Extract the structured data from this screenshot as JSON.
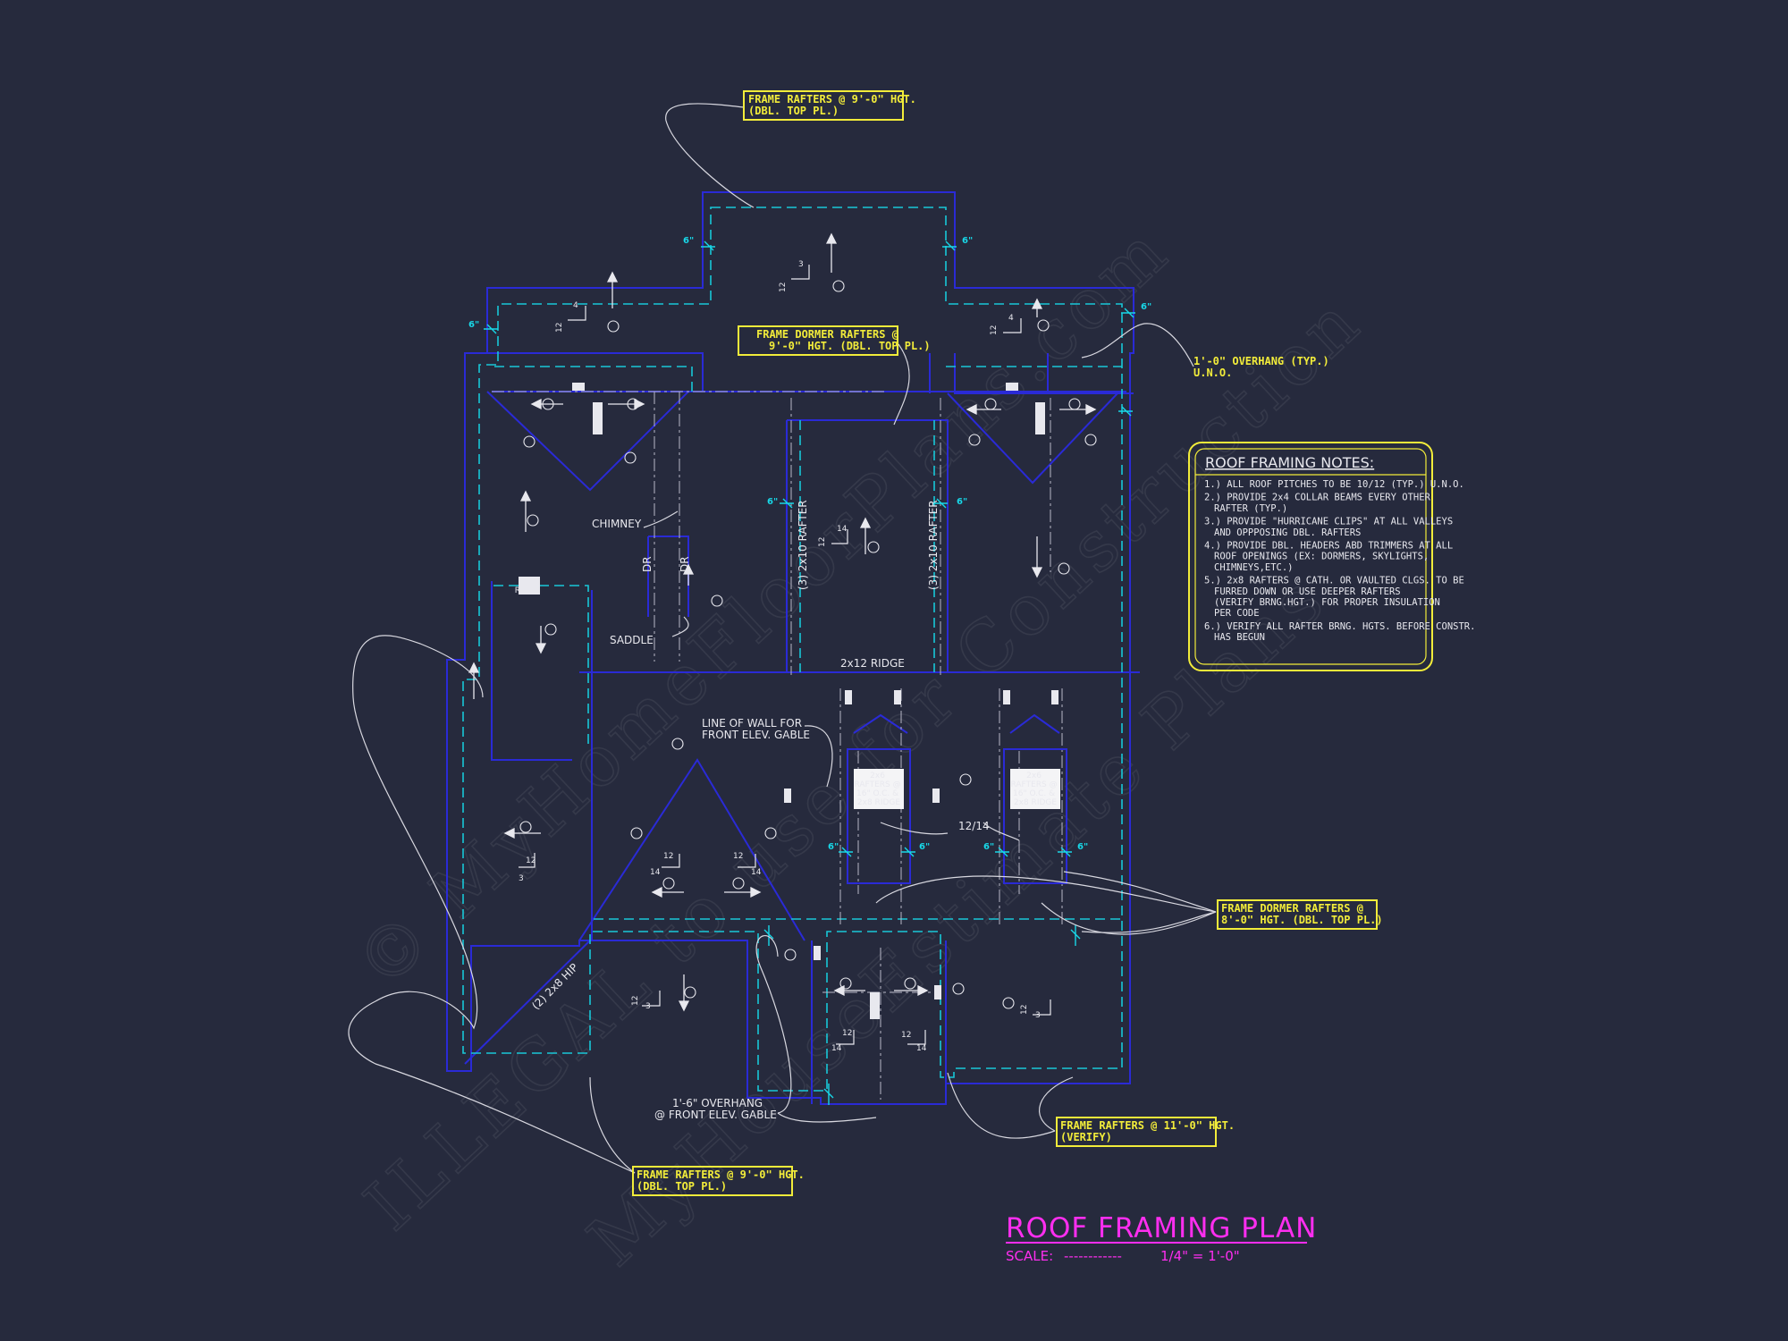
{
  "title": "ROOF FRAMING PLAN",
  "scale_label": "SCALE:",
  "scale_dashes": "------------",
  "scale_value": "1/4\" = 1'-0\"",
  "watermark": {
    "line1": "© MyHomeFloorPlans.com",
    "line2": "ILLEGAL to use for Construction",
    "line3": "MyHouseEstimate Plans"
  },
  "notes": {
    "heading": "ROOF FRAMING NOTES:",
    "items": [
      [
        "1.) ALL ROOF PITCHES TO BE 10/12 (TYP.) U.N.O."
      ],
      [
        "2.) PROVIDE 2x4 COLLAR BEAMS EVERY OTHER",
        "RAFTER (TYP.)"
      ],
      [
        "3.) PROVIDE \"HURRICANE CLIPS\" AT ALL VALLEYS",
        "AND OPPPOSING DBL. RAFTERS"
      ],
      [
        "4.) PROVIDE DBL. HEADERS ABD TRIMMERS AT ALL",
        "ROOF OPENINGS (EX: DORMERS, SKYLIGHTS,",
        "CHIMNEYS,ETC.)"
      ],
      [
        "5.) 2x8 RAFTERS @ CATH. OR VAULTED CLGS. TO BE",
        "FURRED DOWN OR USE DEEPER RAFTERS",
        "(VERIFY BRNG.HGT.) FOR PROPER INSULATION",
        "PER CODE"
      ],
      [
        "6.) VERIFY ALL RAFTER BRNG. HGTS. BEFORE CONSTR.",
        "HAS BEGUN"
      ]
    ]
  },
  "callouts": {
    "top_rafters": [
      "FRAME RAFTERS @ 9'-0\" HGT.",
      "(DBL. TOP PL.)"
    ],
    "dormer_top": [
      "FRAME DORMER RAFTERS @",
      "9'-0\" HGT. (DBL. TOP PL.)"
    ],
    "overhang_typ": [
      "1'-0\" OVERHANG (TYP.)",
      "U.N.O."
    ],
    "dormer_right": [
      "FRAME DORMER RAFTERS @",
      "8'-0\" HGT. (DBL. TOP PL.)"
    ],
    "rafters_11": [
      "FRAME RAFTERS @ 11'-0\" HGT.",
      "(VERIFY)"
    ],
    "rafters_bottom": [
      "FRAME RAFTERS @ 9'-0\" HGT.",
      "(DBL. TOP PL.)"
    ],
    "front_overhang": [
      "1'-6\" OVERHANG",
      "@ FRONT ELEV. GABLE"
    ]
  },
  "labels": {
    "chimney": "CHIMNEY",
    "saddle": "SADDLE",
    "dr": "DR",
    "ridge_2x12": "2x12 RIDGE",
    "rafter_left": "(3) 2x10 RAFTER",
    "rafter_right": "(3) 2x10 RAFTER",
    "line_of_wall": [
      "LINE OF WALL FOR",
      "FRONT ELEV. GABLE"
    ],
    "hip": "(2) 2x8 HIP",
    "ridge_box": [
      "2x6",
      "RIDGE"
    ],
    "dormer_box": [
      "2x6",
      "RAFTERS @",
      "16\" O.C. &",
      "2x8 RIDGE"
    ],
    "pitch_12_14": "12/14",
    "overhang_6": "6\"",
    "pitch": {
      "rise_3": "3",
      "rise_4": "4",
      "run_12": "12",
      "rise_14": "14"
    }
  },
  "colors": {
    "background": "#262a3d",
    "wall_line": "#2a2ad6",
    "eave_line": "#18c8d8",
    "callout": "#f2ec3a",
    "title": "#ff2ef0",
    "leader": "#d8d8e0"
  }
}
